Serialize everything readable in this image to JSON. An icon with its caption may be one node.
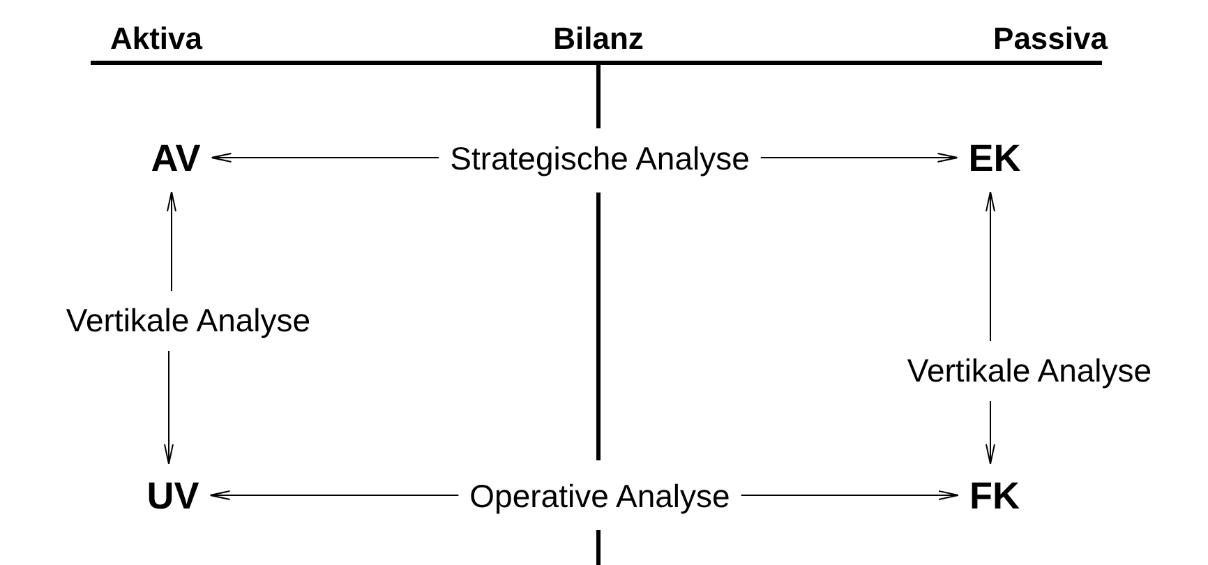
{
  "diagram": {
    "title": "Bilanz",
    "nodes": [
      {
        "text": [
          "AV"
        ]
      },
      {
        "text": [
          "Strategische Analyse"
        ]
      },
      {
        "text": [
          "EK"
        ]
      },
      {
        "text": [
          "Vertikale Analyse"
        ]
      },
      {
        "text": [
          "Vertikale Analyse"
        ]
      },
      {
        "text": [
          "UV"
        ]
      },
      {
        "text": [
          "Operative Analyse"
        ]
      },
      {
        "text": [
          "FK"
        ]
      }
    ],
    "edges": [
      {
        "from": 1,
        "to": 0,
        "arrow": "to"
      },
      {
        "from": 1,
        "to": 2,
        "arrow": "to"
      },
      {
        "from": 3,
        "to": 0,
        "arrow": "to"
      },
      {
        "from": 3,
        "to": 5,
        "arrow": "to"
      },
      {
        "from": 4,
        "to": 2,
        "arrow": "to"
      },
      {
        "from": 4,
        "to": 7,
        "arrow": "to"
      },
      {
        "from": 6,
        "to": 5,
        "arrow": "to"
      },
      {
        "from": 6,
        "to": 7,
        "arrow": "to"
      }
    ],
    "labels": [
      "Aktiva",
      "Passiva"
    ]
  }
}
